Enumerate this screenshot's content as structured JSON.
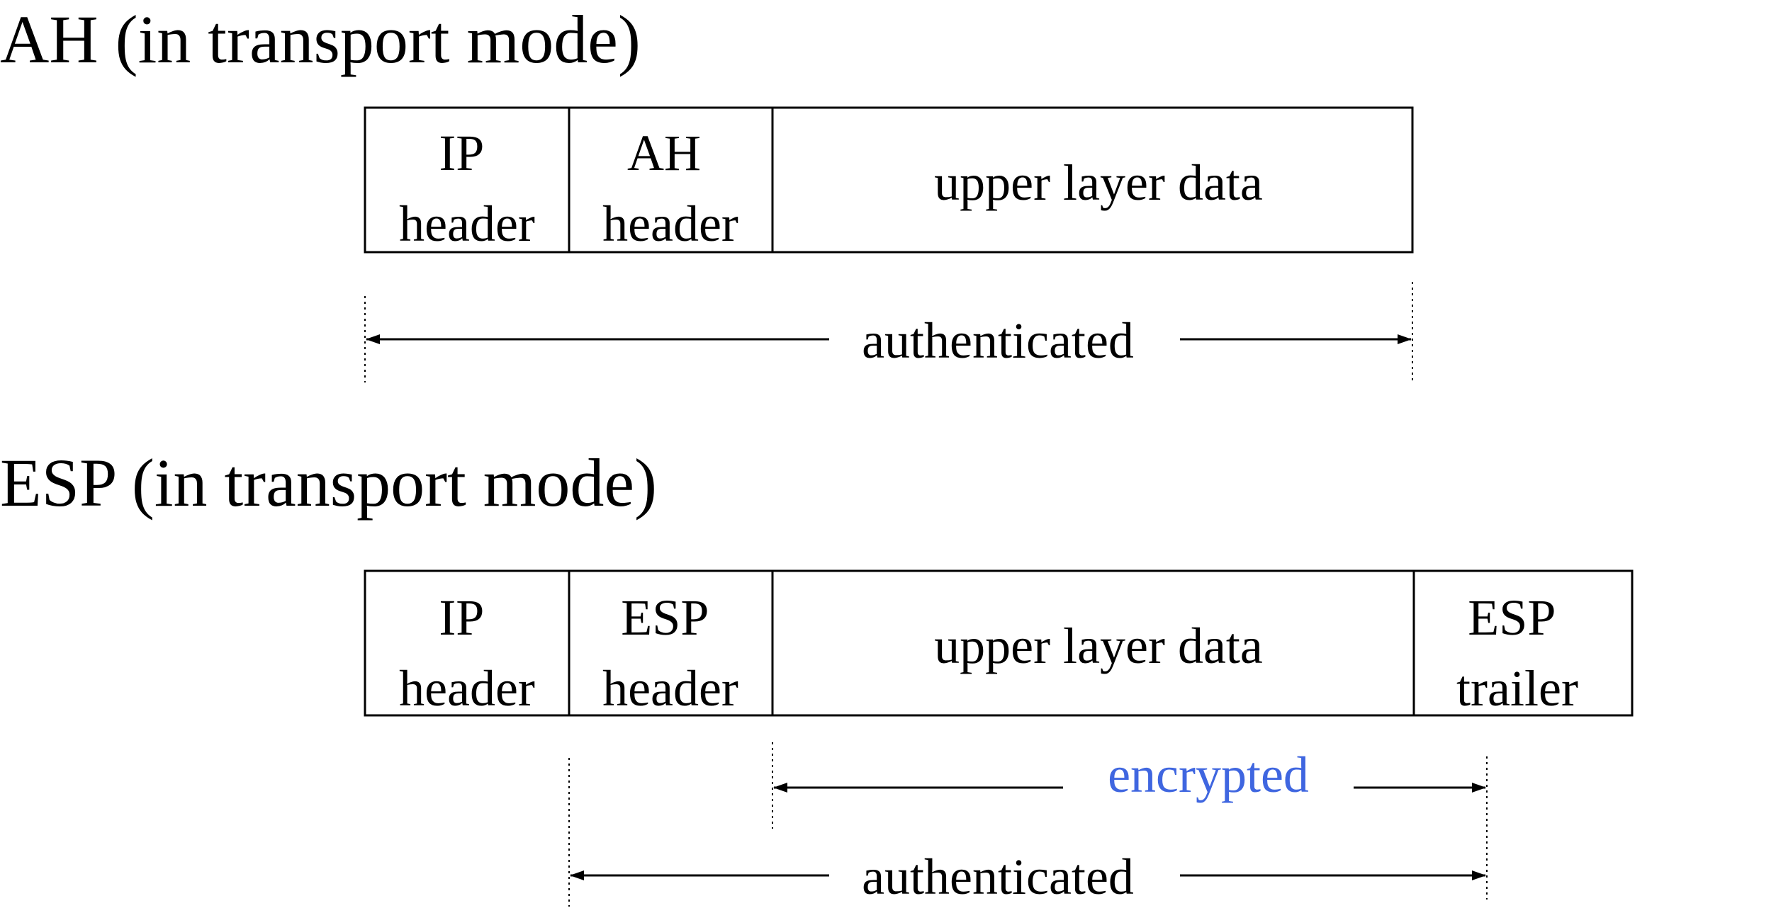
{
  "colors": {
    "text": "#000000",
    "encrypted": "#3f66e0",
    "box_stroke": "#000000"
  },
  "sections": [
    {
      "title": "AH (in transport mode)",
      "cells": [
        {
          "lines": [
            "IP",
            "header"
          ]
        },
        {
          "lines": [
            "AH",
            "header"
          ]
        },
        {
          "lines": [
            "upper layer data"
          ]
        }
      ],
      "spans": [
        {
          "label": "authenticated",
          "color_key": "text"
        }
      ]
    },
    {
      "title": "ESP (in transport mode)",
      "cells": [
        {
          "lines": [
            "IP",
            "header"
          ]
        },
        {
          "lines": [
            "ESP",
            "header"
          ]
        },
        {
          "lines": [
            "upper layer data"
          ]
        },
        {
          "lines": [
            "ESP",
            "trailer"
          ]
        }
      ],
      "spans": [
        {
          "label": "encrypted",
          "color_key": "encrypted"
        },
        {
          "label": "authenticated",
          "color_key": "text"
        }
      ]
    }
  ]
}
